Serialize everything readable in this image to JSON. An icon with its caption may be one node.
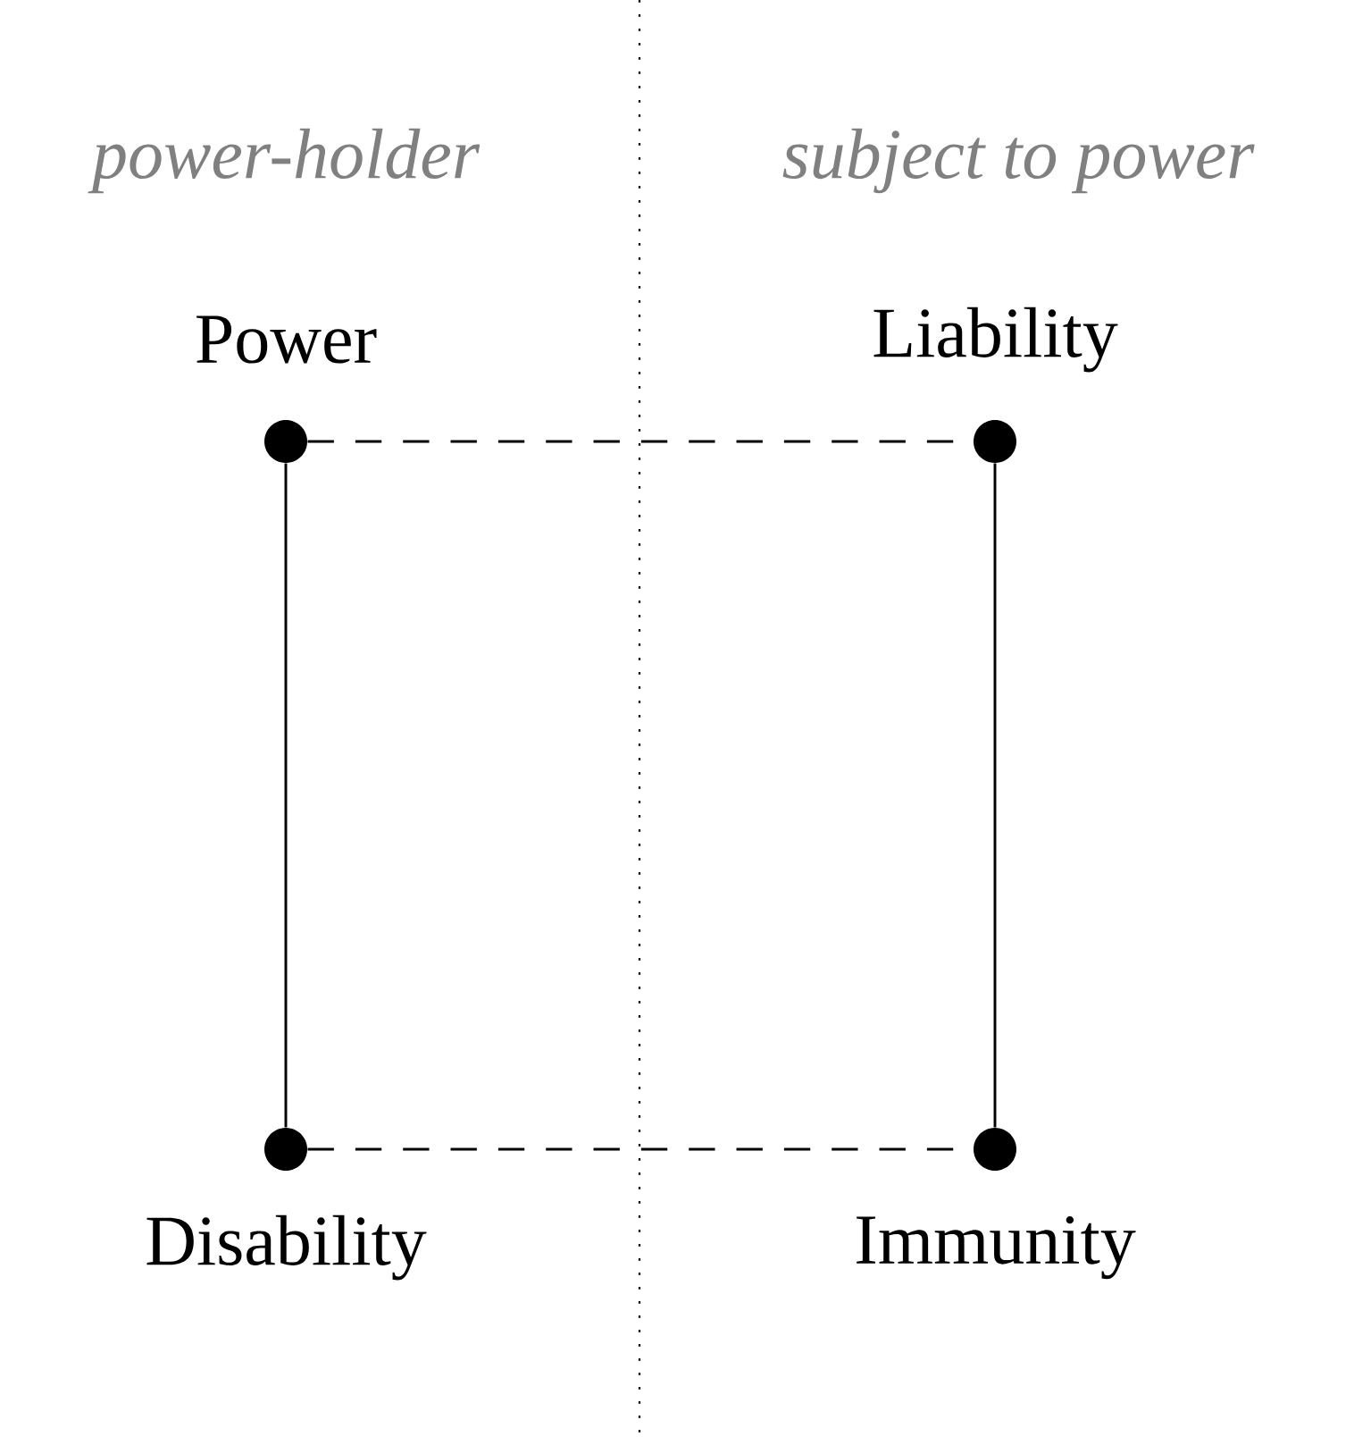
{
  "diagram": {
    "nodes": [
      {
        "text": [],
        "shape": "circle",
        "beside": [
          "Power"
        ]
      },
      {
        "text": [],
        "shape": "circle",
        "beside": [
          "Liability"
        ]
      },
      {
        "text": [],
        "shape": "circle",
        "beside": [
          "Disability"
        ]
      },
      {
        "text": [],
        "shape": "circle",
        "beside": [
          "Immunity"
        ]
      }
    ],
    "edges": [
      {
        "from": 0,
        "to": 1,
        "arrow": "none",
        "style": "dashed"
      },
      {
        "from": 0,
        "to": 2,
        "arrow": "none"
      },
      {
        "from": 1,
        "to": 3,
        "arrow": "none"
      },
      {
        "from": 2,
        "to": 3,
        "arrow": "none",
        "style": "dashed"
      }
    ],
    "labels": [
      "power-holder",
      "subject to power"
    ]
  }
}
